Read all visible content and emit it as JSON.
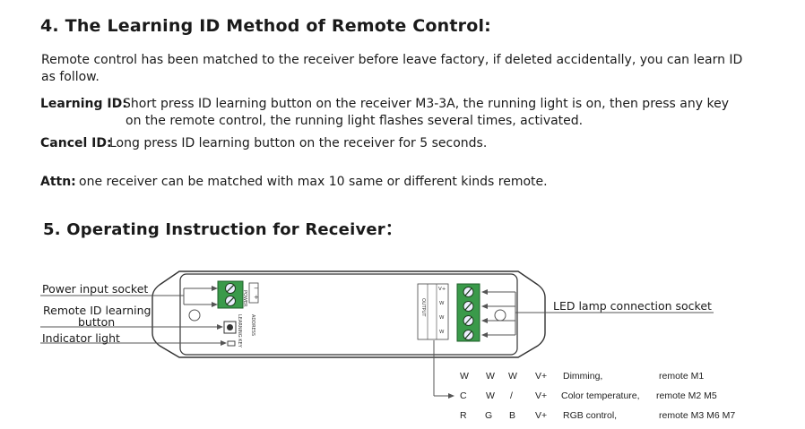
{
  "section4": {
    "title": "4. The Learning ID Method of Remote Control:",
    "intro_line1": "Remote control has been matched to the receiver before leave factory, if deleted accidentally,  you can learn ID",
    "intro_line2": "as follow.",
    "learning_label": "Learning ID:",
    "learning_text1": "Short press ID learning button on the receiver M3-3A, the running light is on, then press any key",
    "learning_text2": "on the remote control,  the running light flashes several times, activated.",
    "cancel_label": "Cancel ID:",
    "cancel_text": "Long press ID learning button on the receiver for 5 seconds.",
    "attn_label": "Attn:",
    "attn_text": "one receiver can be matched with max 10 same or different kinds remote."
  },
  "section5": {
    "title": "5. Operating Instruction for Receiver：",
    "labels": {
      "power_socket": "Power input socket",
      "learning_button_line1": "Remote ID learning",
      "learning_button_line2": "button",
      "indicator": "Indicator light",
      "led_socket": "LED lamp connection socket"
    },
    "device_print": {
      "power_text": "POWER",
      "power_pins": [
        "−",
        "+"
      ],
      "learning_key": "LEARNING KEY",
      "address": "ADDRESS",
      "output": "OUTPUT",
      "output_pins": [
        "V+",
        "W",
        "W",
        "W"
      ]
    },
    "modes": [
      {
        "cols": [
          "W",
          "W",
          "W",
          "V+"
        ],
        "desc": "Dimming,",
        "remote": "remote M1"
      },
      {
        "cols": [
          "C",
          "W",
          "/",
          "V+"
        ],
        "desc": "Color temperature,",
        "remote": "remote M2 M5"
      },
      {
        "cols": [
          "R",
          "G",
          "B",
          "V+"
        ],
        "desc": "RGB control,",
        "remote": "remote  M3 M6 M7"
      }
    ]
  },
  "colors": {
    "text": "#1a1a1a",
    "terminal_green": "#3a9a4a",
    "arrow": "#555555"
  }
}
